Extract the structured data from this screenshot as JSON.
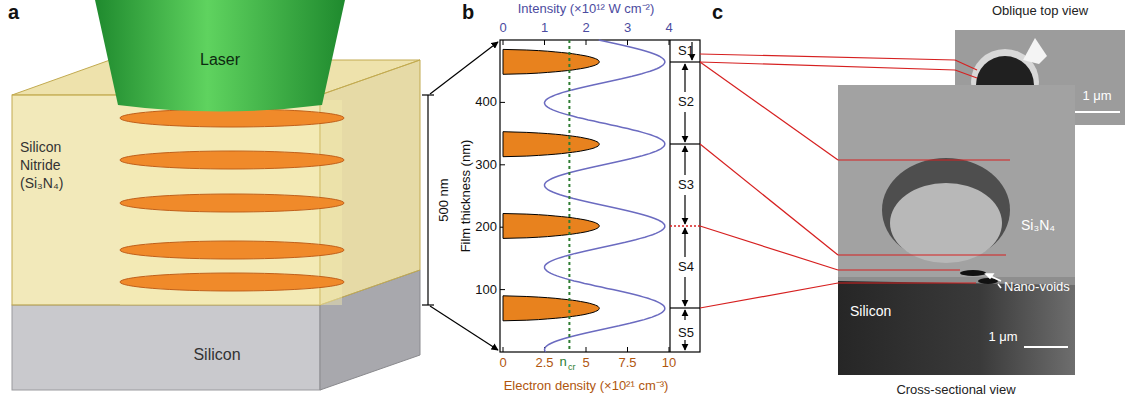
{
  "diagram": {
    "nodes": [
      {
        "text": [
          "Laser"
        ]
      },
      {
        "text": [
          "Silicon Nitride (Si₃N₄)"
        ]
      },
      {
        "text": [
          "Silicon"
        ]
      },
      {
        "text": [
          "Oblique top view",
          "1 μm"
        ]
      },
      {
        "text": [
          "Si₃N₄",
          "Nano-voids",
          "Silicon",
          "1 μm",
          "Cross-sectional view"
        ]
      }
    ],
    "labels": [
      "a",
      "b",
      "c",
      "Intensity (×10¹² W cm⁻²)",
      "0",
      "1",
      "2",
      "3",
      "4",
      "Film thickness (nm)",
      "100",
      "200",
      "300",
      "400",
      "0",
      "2.5",
      "5",
      "7.5",
      "10",
      "n",
      "cr",
      "Electron density (×10²¹ cm⁻³)",
      "500 nm",
      "S1",
      "S2",
      "S3",
      "S4",
      "S5"
    ]
  }
}
